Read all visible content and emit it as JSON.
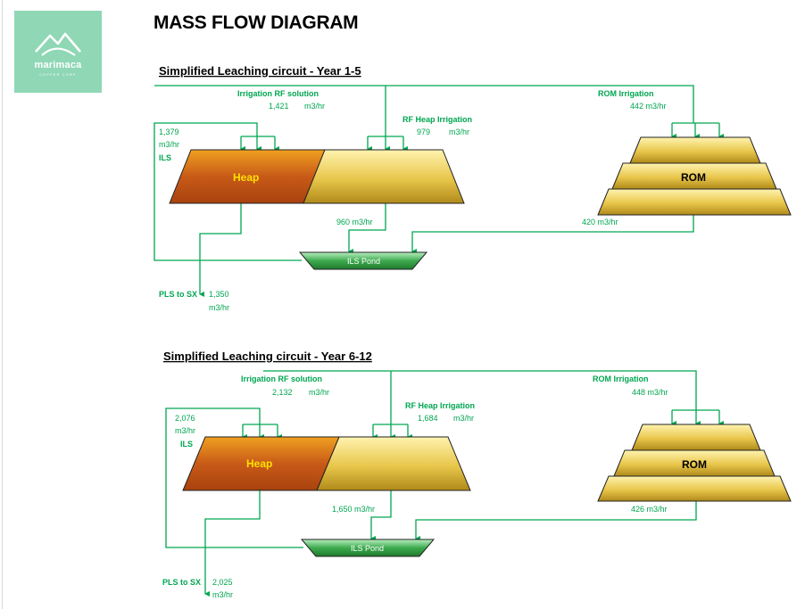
{
  "header": {
    "title": "MASS FLOW DIAGRAM",
    "logo": {
      "name": "marimaca",
      "tagline": "COPPER CORP"
    }
  },
  "colors": {
    "flow_line": "#00a651",
    "heap_orange": "#c8501a",
    "heap_gold": "#e8c64a",
    "pond_green": "#2e9e3e",
    "logo_bg": "#8fd7b5"
  },
  "circuits": [
    {
      "title": "Simplified Leaching circuit - Year 1-5",
      "irrigation_rf_label": "Irrigation RF solution",
      "irrigation_rf_value": "1,421",
      "irrigation_rf_unit": "m3/hr",
      "rf_heap_label": "RF Heap Irrigation",
      "rf_heap_value": "979",
      "rf_heap_unit": "m3/hr",
      "rom_irrigation_label": "ROM Irrigation",
      "rom_irrigation_value": "442 m3/hr",
      "ils_value": "1,379",
      "ils_unit": "m3/hr",
      "ils_label": "ILS",
      "heap_label": "Heap",
      "rom_label": "ROM",
      "heap_drain_value": "960 m3/hr",
      "rom_drain_value": "420 m3/hr",
      "pond_label": "ILS Pond",
      "pls_label": "PLS to SX",
      "pls_value": "1,350",
      "pls_unit": "m3/hr"
    },
    {
      "title": "Simplified Leaching circuit - Year 6-12",
      "irrigation_rf_label": "Irrigation RF solution",
      "irrigation_rf_value": "2,132",
      "irrigation_rf_unit": "m3/hr",
      "rf_heap_label": "RF Heap Irrigation",
      "rf_heap_value": "1,684",
      "rf_heap_unit": "m3/hr",
      "rom_irrigation_label": "ROM Irrigation",
      "rom_irrigation_value": "448 m3/hr",
      "ils_value": "2,076",
      "ils_unit": "m3/hr",
      "ils_label": "ILS",
      "heap_label": "Heap",
      "rom_label": "ROM",
      "heap_drain_value": "1,650 m3/hr",
      "rom_drain_value": "426 m3/hr",
      "pond_label": "ILS Pond",
      "pls_label": "PLS to SX",
      "pls_value": "2,025",
      "pls_unit": "m3/hr"
    }
  ]
}
